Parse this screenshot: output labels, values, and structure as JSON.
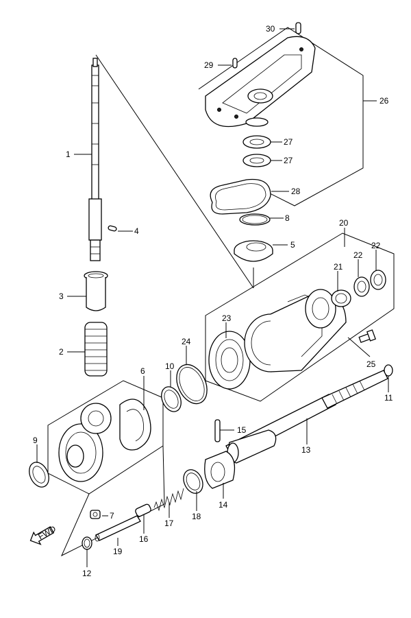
{
  "callouts": [
    "1",
    "2",
    "3",
    "4",
    "5",
    "6",
    "7",
    "8",
    "9",
    "10",
    "11",
    "12",
    "13",
    "14",
    "15",
    "16",
    "17",
    "18",
    "19",
    "20",
    "21",
    "22",
    "22",
    "23",
    "24",
    "25",
    "26",
    "27",
    "27",
    "28",
    "29",
    "30"
  ],
  "fwd_mark": "FWD",
  "colors": {
    "ink": "#000000",
    "paper": "#ffffff"
  }
}
